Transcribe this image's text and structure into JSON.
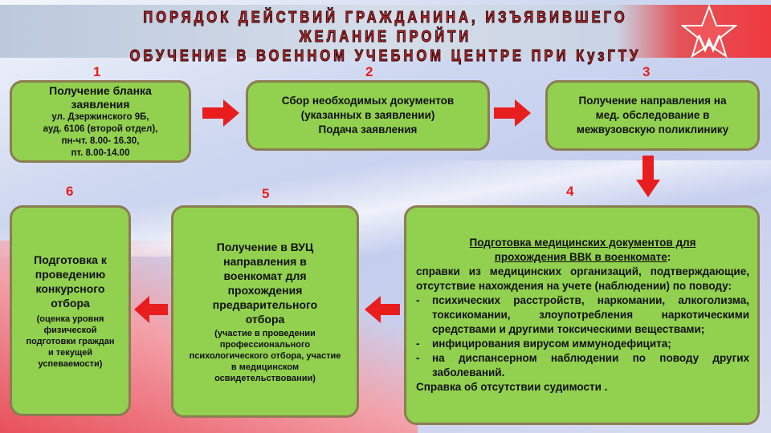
{
  "title": {
    "line1": "ПОРЯДОК ДЕЙСТВИЙ ГРАЖДАНИНА, ИЗЪЯВИВШЕГО ЖЕЛАНИЕ ПРОЙТИ",
    "line2": "ОБУЧЕНИЕ В ВОЕННОМ УЧЕБНОМ ЦЕНТРЕ ПРИ КузГТУ"
  },
  "colors": {
    "box": "#92d050",
    "border": "#8c7d52",
    "arrow": "#e81e1e",
    "number": "#e81e1e"
  },
  "steps": [
    {
      "num": "1",
      "heading": "Получение бланка заявления",
      "lines": [
        "ул. Дзержинского 9Б,",
        "ауд. 6106   (второй  отдел),",
        "пн-чт. 8.00-  16.30,",
        "пт. 8.00-14.00"
      ]
    },
    {
      "num": "2",
      "lines": [
        "Сбор необходимых документов",
        "(указанных в заявлении)",
        "Подача заявления"
      ]
    },
    {
      "num": "3",
      "lines": [
        "Получение направления на",
        "мед.  обследование в",
        "межвузовскую поликлинику"
      ]
    },
    {
      "num": "4",
      "heading": "Подготовка медицинских документов для прохождения ВВК в военкомате",
      "heading_suffix": ":",
      "intro": "справки из медицинских организаций, подтверждающие, отсутствие нахождения на учете (наблюдении) по поводу:",
      "items": [
        "психических расстройств, наркомании, алкоголизма, токсикомании, злоупотребления наркотическими средствами и другими токсическими веществами;",
        "инфицирования вирусом иммунодефицита;",
        "на диспансерном наблюдении по поводу других заболеваний."
      ],
      "bullet": "-",
      "footer": "Справка об отсутствии судимости ."
    },
    {
      "num": "5",
      "heading": "Получение в ВУЦ направления в военкомат для прохождения предварительного отбора",
      "sub": "(участие в проведении профессионального психологического отбора, участие в медицинском освидетельствовании)"
    },
    {
      "num": "6",
      "heading": "Подготовка к проведению конкурсного отбора",
      "sub": "(оценка уровня физической подготовки граждан и текущей успеваемости)"
    }
  ]
}
